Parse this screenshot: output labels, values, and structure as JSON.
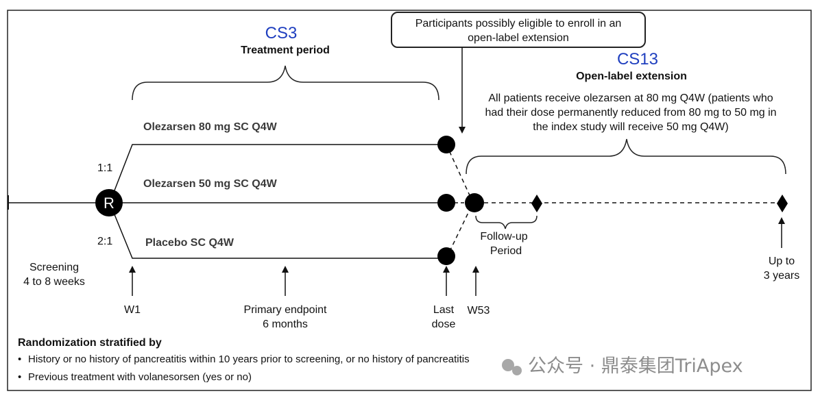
{
  "study_main": {
    "code": "CS3",
    "title": "Treatment period"
  },
  "study_extension": {
    "code": "CS13",
    "title": "Open-label extension",
    "description": [
      "All patients receive olezarsen at 80 mg Q4W (patients who",
      "had their dose permanently reduced from 80 mg to 50 mg in",
      "the index study will receive 50 mg Q4W)"
    ]
  },
  "callout": [
    "Participants possibly eligible to enroll in an",
    "open-label extension"
  ],
  "arms": [
    {
      "label": "Olezarsen 80 mg SC Q4W"
    },
    {
      "label": "Olezarsen 50 mg SC Q4W"
    },
    {
      "label": "Placebo SC Q4W"
    }
  ],
  "ratios": [
    "1:1",
    "2:1"
  ],
  "randomization_symbol": "R",
  "screening": [
    "Screening",
    "4 to 8 weeks"
  ],
  "timepoints": {
    "w1": "W1",
    "primary": [
      "Primary endpoint",
      "6 months"
    ],
    "last_dose": [
      "Last",
      "dose"
    ],
    "w53": "W53",
    "follow_up": [
      "Follow-up",
      "Period"
    ],
    "up_to": [
      "Up to",
      "3 years"
    ]
  },
  "stratification": {
    "title": "Randomization stratified by",
    "items": [
      "History or no history of pancreatitis within 10 years prior to screening, or no history of pancreatitis",
      "Previous treatment with volanesorsen (yes or no)"
    ]
  },
  "watermark": "公众号 · 鼎泰集团TriApex"
}
